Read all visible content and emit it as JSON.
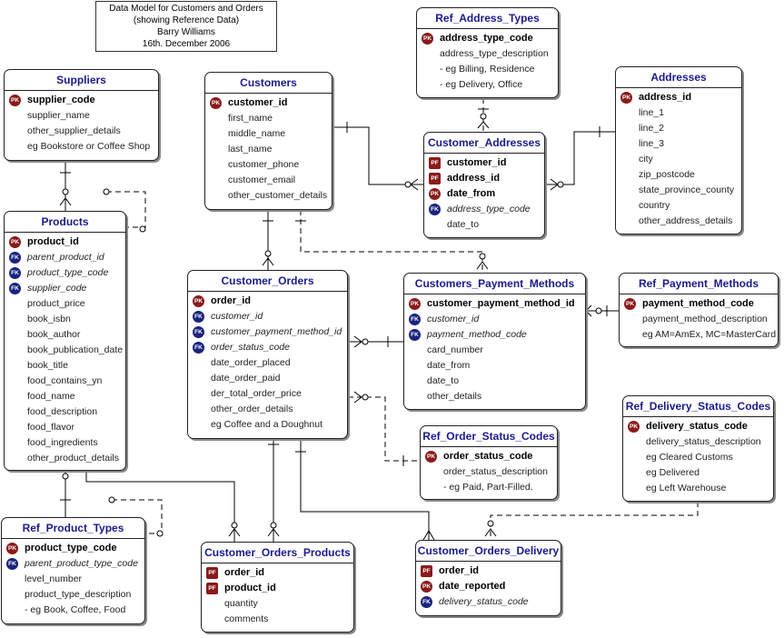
{
  "note": {
    "lines": [
      "Data Model for Customers and Orders",
      "(showing Reference Data)",
      "Barry Williams",
      "16th. December 2006"
    ]
  },
  "entities": {
    "suppliers": {
      "title": "Suppliers",
      "attributes": [
        {
          "name": "supplier_code",
          "key": "PK"
        },
        {
          "name": "supplier_name"
        },
        {
          "name": "other_supplier_details"
        },
        {
          "name": "eg Bookstore or Coffee Shop"
        }
      ]
    },
    "products": {
      "title": "Products",
      "attributes": [
        {
          "name": "product_id",
          "key": "PK"
        },
        {
          "name": "parent_product_id",
          "key": "FK"
        },
        {
          "name": "product_type_code",
          "key": "FK"
        },
        {
          "name": "supplier_code",
          "key": "FK"
        },
        {
          "name": "product_price"
        },
        {
          "name": "book_isbn"
        },
        {
          "name": "book_author"
        },
        {
          "name": "book_publication_date"
        },
        {
          "name": "book_title"
        },
        {
          "name": "food_contains_yn"
        },
        {
          "name": "food_name"
        },
        {
          "name": "food_description"
        },
        {
          "name": "food_flavor"
        },
        {
          "name": "food_ingredients"
        },
        {
          "name": "other_product_details"
        }
      ]
    },
    "ref_product_types": {
      "title": "Ref_Product_Types",
      "attributes": [
        {
          "name": "product_type_code",
          "key": "PK"
        },
        {
          "name": "parent_product_type_code",
          "key": "FK"
        },
        {
          "name": "level_number"
        },
        {
          "name": "product_type_description"
        },
        {
          "name": "- eg Book, Coffee, Food"
        }
      ]
    },
    "customers": {
      "title": "Customers",
      "attributes": [
        {
          "name": "customer_id",
          "key": "PK"
        },
        {
          "name": "first_name"
        },
        {
          "name": "middle_name"
        },
        {
          "name": "last_name"
        },
        {
          "name": "customer_phone"
        },
        {
          "name": "customer_email"
        },
        {
          "name": "other_customer_details"
        }
      ]
    },
    "customer_orders": {
      "title": "Customer_Orders",
      "attributes": [
        {
          "name": "order_id",
          "key": "PK"
        },
        {
          "name": "customer_id",
          "key": "FK"
        },
        {
          "name": "customer_payment_method_id",
          "key": "FK"
        },
        {
          "name": "order_status_code",
          "key": "FK"
        },
        {
          "name": "date_order_placed"
        },
        {
          "name": "date_order_paid"
        },
        {
          "name": "der_total_order_price"
        },
        {
          "name": "other_order_details"
        },
        {
          "name": "eg Coffee and a Doughnut"
        }
      ]
    },
    "customer_orders_products": {
      "title": "Customer_Orders_Products",
      "attributes": [
        {
          "name": "order_id",
          "key": "PF"
        },
        {
          "name": "product_id",
          "key": "PF"
        },
        {
          "name": "quantity"
        },
        {
          "name": "comments"
        }
      ]
    },
    "ref_address_types": {
      "title": "Ref_Address_Types",
      "attributes": [
        {
          "name": "address_type_code",
          "key": "PK"
        },
        {
          "name": "address_type_description"
        },
        {
          "name": "- eg Billing, Residence"
        },
        {
          "name": "- eg Delivery, Office"
        }
      ]
    },
    "customer_addresses": {
      "title": "Customer_Addresses",
      "attributes": [
        {
          "name": "customer_id",
          "key": "PF"
        },
        {
          "name": "address_id",
          "key": "PF"
        },
        {
          "name": "date_from",
          "key": "PK"
        },
        {
          "name": "address_type_code",
          "key": "FK"
        },
        {
          "name": "date_to"
        }
      ]
    },
    "addresses": {
      "title": "Addresses",
      "attributes": [
        {
          "name": "address_id",
          "key": "PK"
        },
        {
          "name": "line_1"
        },
        {
          "name": "line_2"
        },
        {
          "name": "line_3"
        },
        {
          "name": "city"
        },
        {
          "name": "zip_postcode"
        },
        {
          "name": "state_province_county"
        },
        {
          "name": "country"
        },
        {
          "name": "other_address_details"
        }
      ]
    },
    "customers_payment_methods": {
      "title": "Customers_Payment_Methods",
      "attributes": [
        {
          "name": "customer_payment_method_id",
          "key": "PK"
        },
        {
          "name": "customer_id",
          "key": "FK"
        },
        {
          "name": "payment_method_code",
          "key": "FK"
        },
        {
          "name": "card_number"
        },
        {
          "name": "date_from"
        },
        {
          "name": "date_to"
        },
        {
          "name": "other_details"
        }
      ]
    },
    "ref_payment_methods": {
      "title": "Ref_Payment_Methods",
      "attributes": [
        {
          "name": "payment_method_code",
          "key": "PK"
        },
        {
          "name": "payment_method_description"
        },
        {
          "name": "eg AM=AmEx, MC=MasterCard"
        }
      ]
    },
    "ref_order_status_codes": {
      "title": "Ref_Order_Status_Codes",
      "attributes": [
        {
          "name": "order_status_code",
          "key": "PK"
        },
        {
          "name": "order_status_description"
        },
        {
          "name": "- eg Paid, Part-Filled."
        }
      ]
    },
    "ref_delivery_status_codes": {
      "title": "Ref_Delivery_Status_Codes",
      "attributes": [
        {
          "name": "delivery_status_code",
          "key": "PK"
        },
        {
          "name": "delivery_status_description"
        },
        {
          "name": "eg Cleared Customs"
        },
        {
          "name": "eg Delivered"
        },
        {
          "name": "eg Left Warehouse"
        }
      ]
    },
    "customer_orders_delivery": {
      "title": "Customer_Orders_Delivery",
      "attributes": [
        {
          "name": "order_id",
          "key": "PF"
        },
        {
          "name": "date_reported",
          "key": "PK"
        },
        {
          "name": "delivery_status_code",
          "key": "FK"
        }
      ]
    }
  },
  "colors": {
    "title_text": "#1a1a8c",
    "pk_badge": "#8b1a1a",
    "fk_badge": "#1a237e",
    "line": "#000000"
  }
}
